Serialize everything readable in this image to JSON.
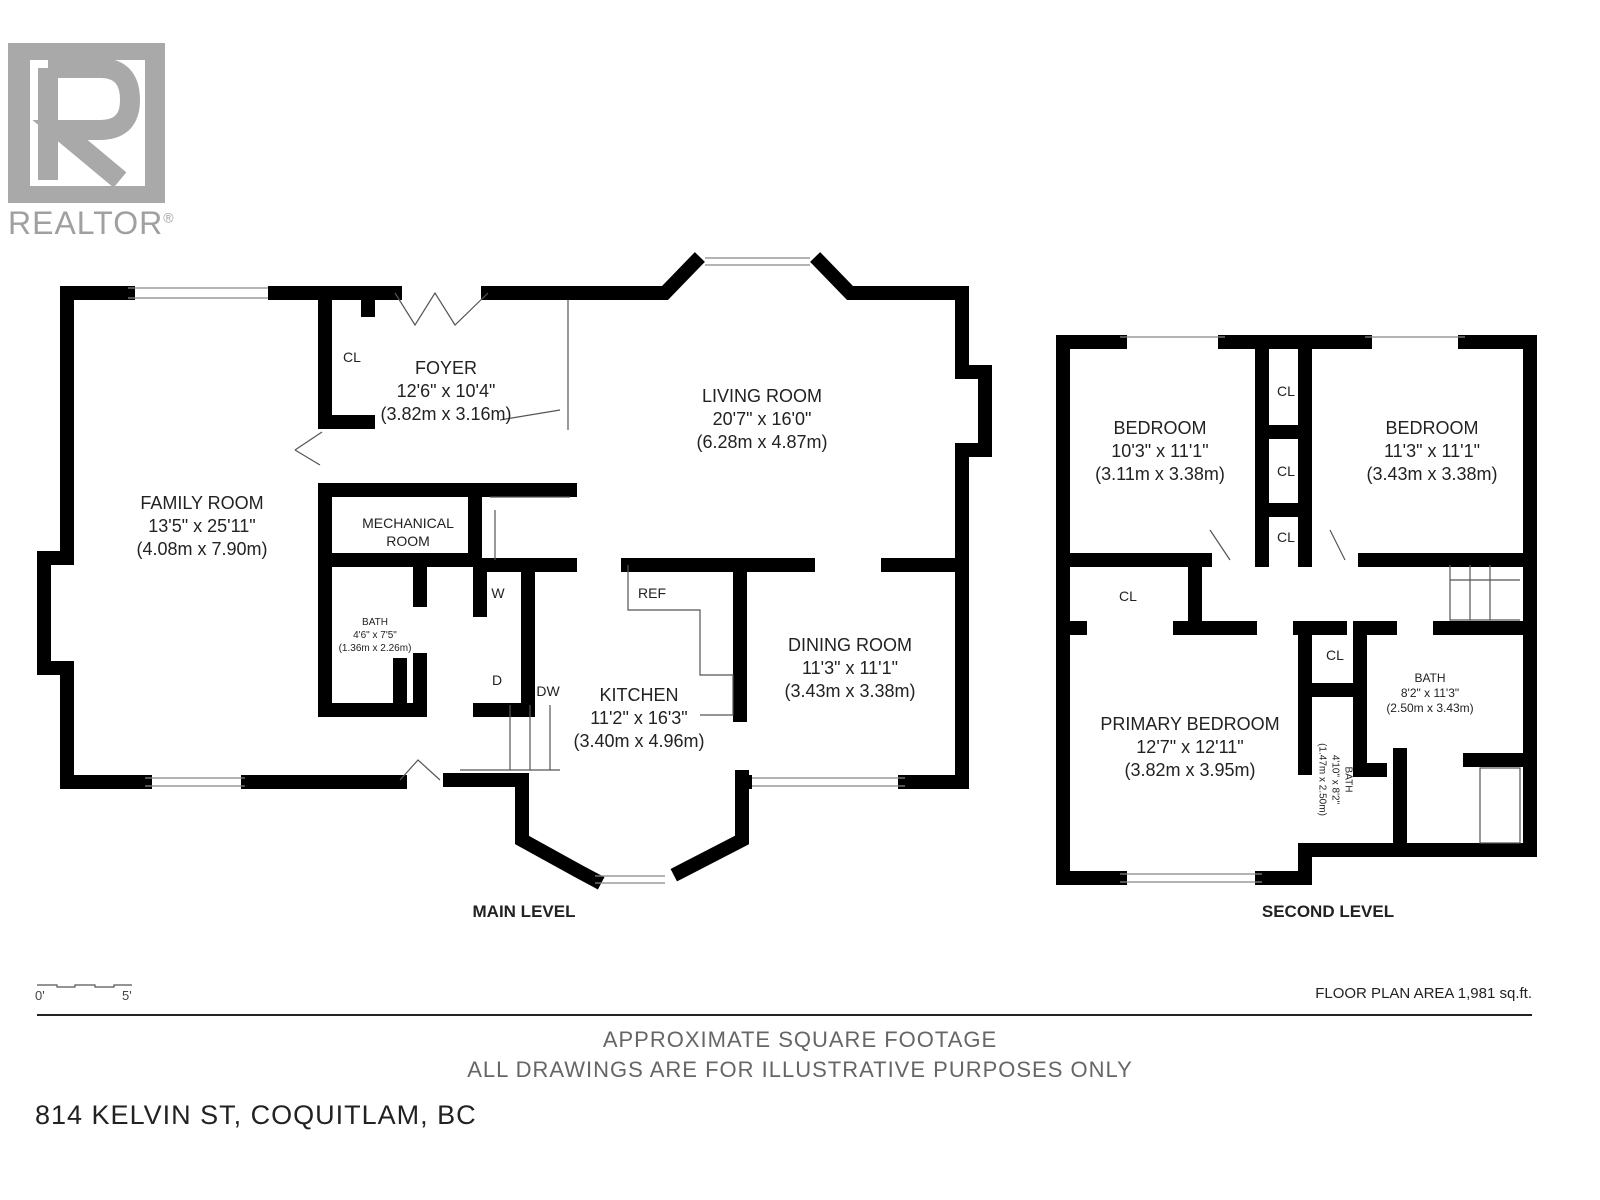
{
  "logo": {
    "text": "REALTOR",
    "mark": "®"
  },
  "main_level": {
    "title": "MAIN LEVEL",
    "rooms": [
      {
        "name": "FAMILY ROOM",
        "imperial": "13'5\" x 25'11\"",
        "metric": "(4.08m x 7.90m)"
      },
      {
        "name": "FOYER",
        "imperial": "12'6\" x 10'4\"",
        "metric": "(3.82m x 3.16m)"
      },
      {
        "name": "LIVING ROOM",
        "imperial": "20'7\" x 16'0\"",
        "metric": "(6.28m x 4.87m)"
      },
      {
        "name": "MECHANICAL ROOM"
      },
      {
        "name": "BATH",
        "imperial": "4'6\" x 7'5\"",
        "metric": "(1.36m x 2.26m)"
      },
      {
        "name": "KITCHEN",
        "imperial": "11'2\" x 16'3\"",
        "metric": "(3.40m x 4.96m)"
      },
      {
        "name": "DINING ROOM",
        "imperial": "11'3\" x 11'1\"",
        "metric": "(3.43m x 3.38m)"
      }
    ],
    "fixtures": {
      "closet": "CL",
      "washer": "W",
      "dryer": "D",
      "dishwasher": "DW",
      "fridge": "REF"
    }
  },
  "second_level": {
    "title": "SECOND LEVEL",
    "rooms": [
      {
        "name": "BEDROOM",
        "imperial": "10'3\" x 11'1\"",
        "metric": "(3.11m x 3.38m)"
      },
      {
        "name": "BEDROOM",
        "imperial": "11'3\" x 11'1\"",
        "metric": "(3.43m x 3.38m)"
      },
      {
        "name": "PRIMARY BEDROOM",
        "imperial": "12'7\" x 12'11\"",
        "metric": "(3.82m x 3.95m)"
      },
      {
        "name": "BATH",
        "imperial": "8'2\" x 11'3\"",
        "metric": "(2.50m x 3.43m)"
      },
      {
        "name": "BATH",
        "imperial": "4'10\" x 8'2\"",
        "metric": "(1.47m x 2.50m)"
      }
    ],
    "closet": "CL"
  },
  "scale": {
    "start": "0'",
    "end": "5'"
  },
  "area": "FLOOR PLAN AREA 1,981 sq.ft.",
  "disclaimer": [
    "APPROXIMATE SQUARE FOOTAGE",
    "ALL DRAWINGS ARE FOR ILLUSTRATIVE PURPOSES ONLY"
  ],
  "address": "814 KELVIN ST, COQUITLAM, BC"
}
